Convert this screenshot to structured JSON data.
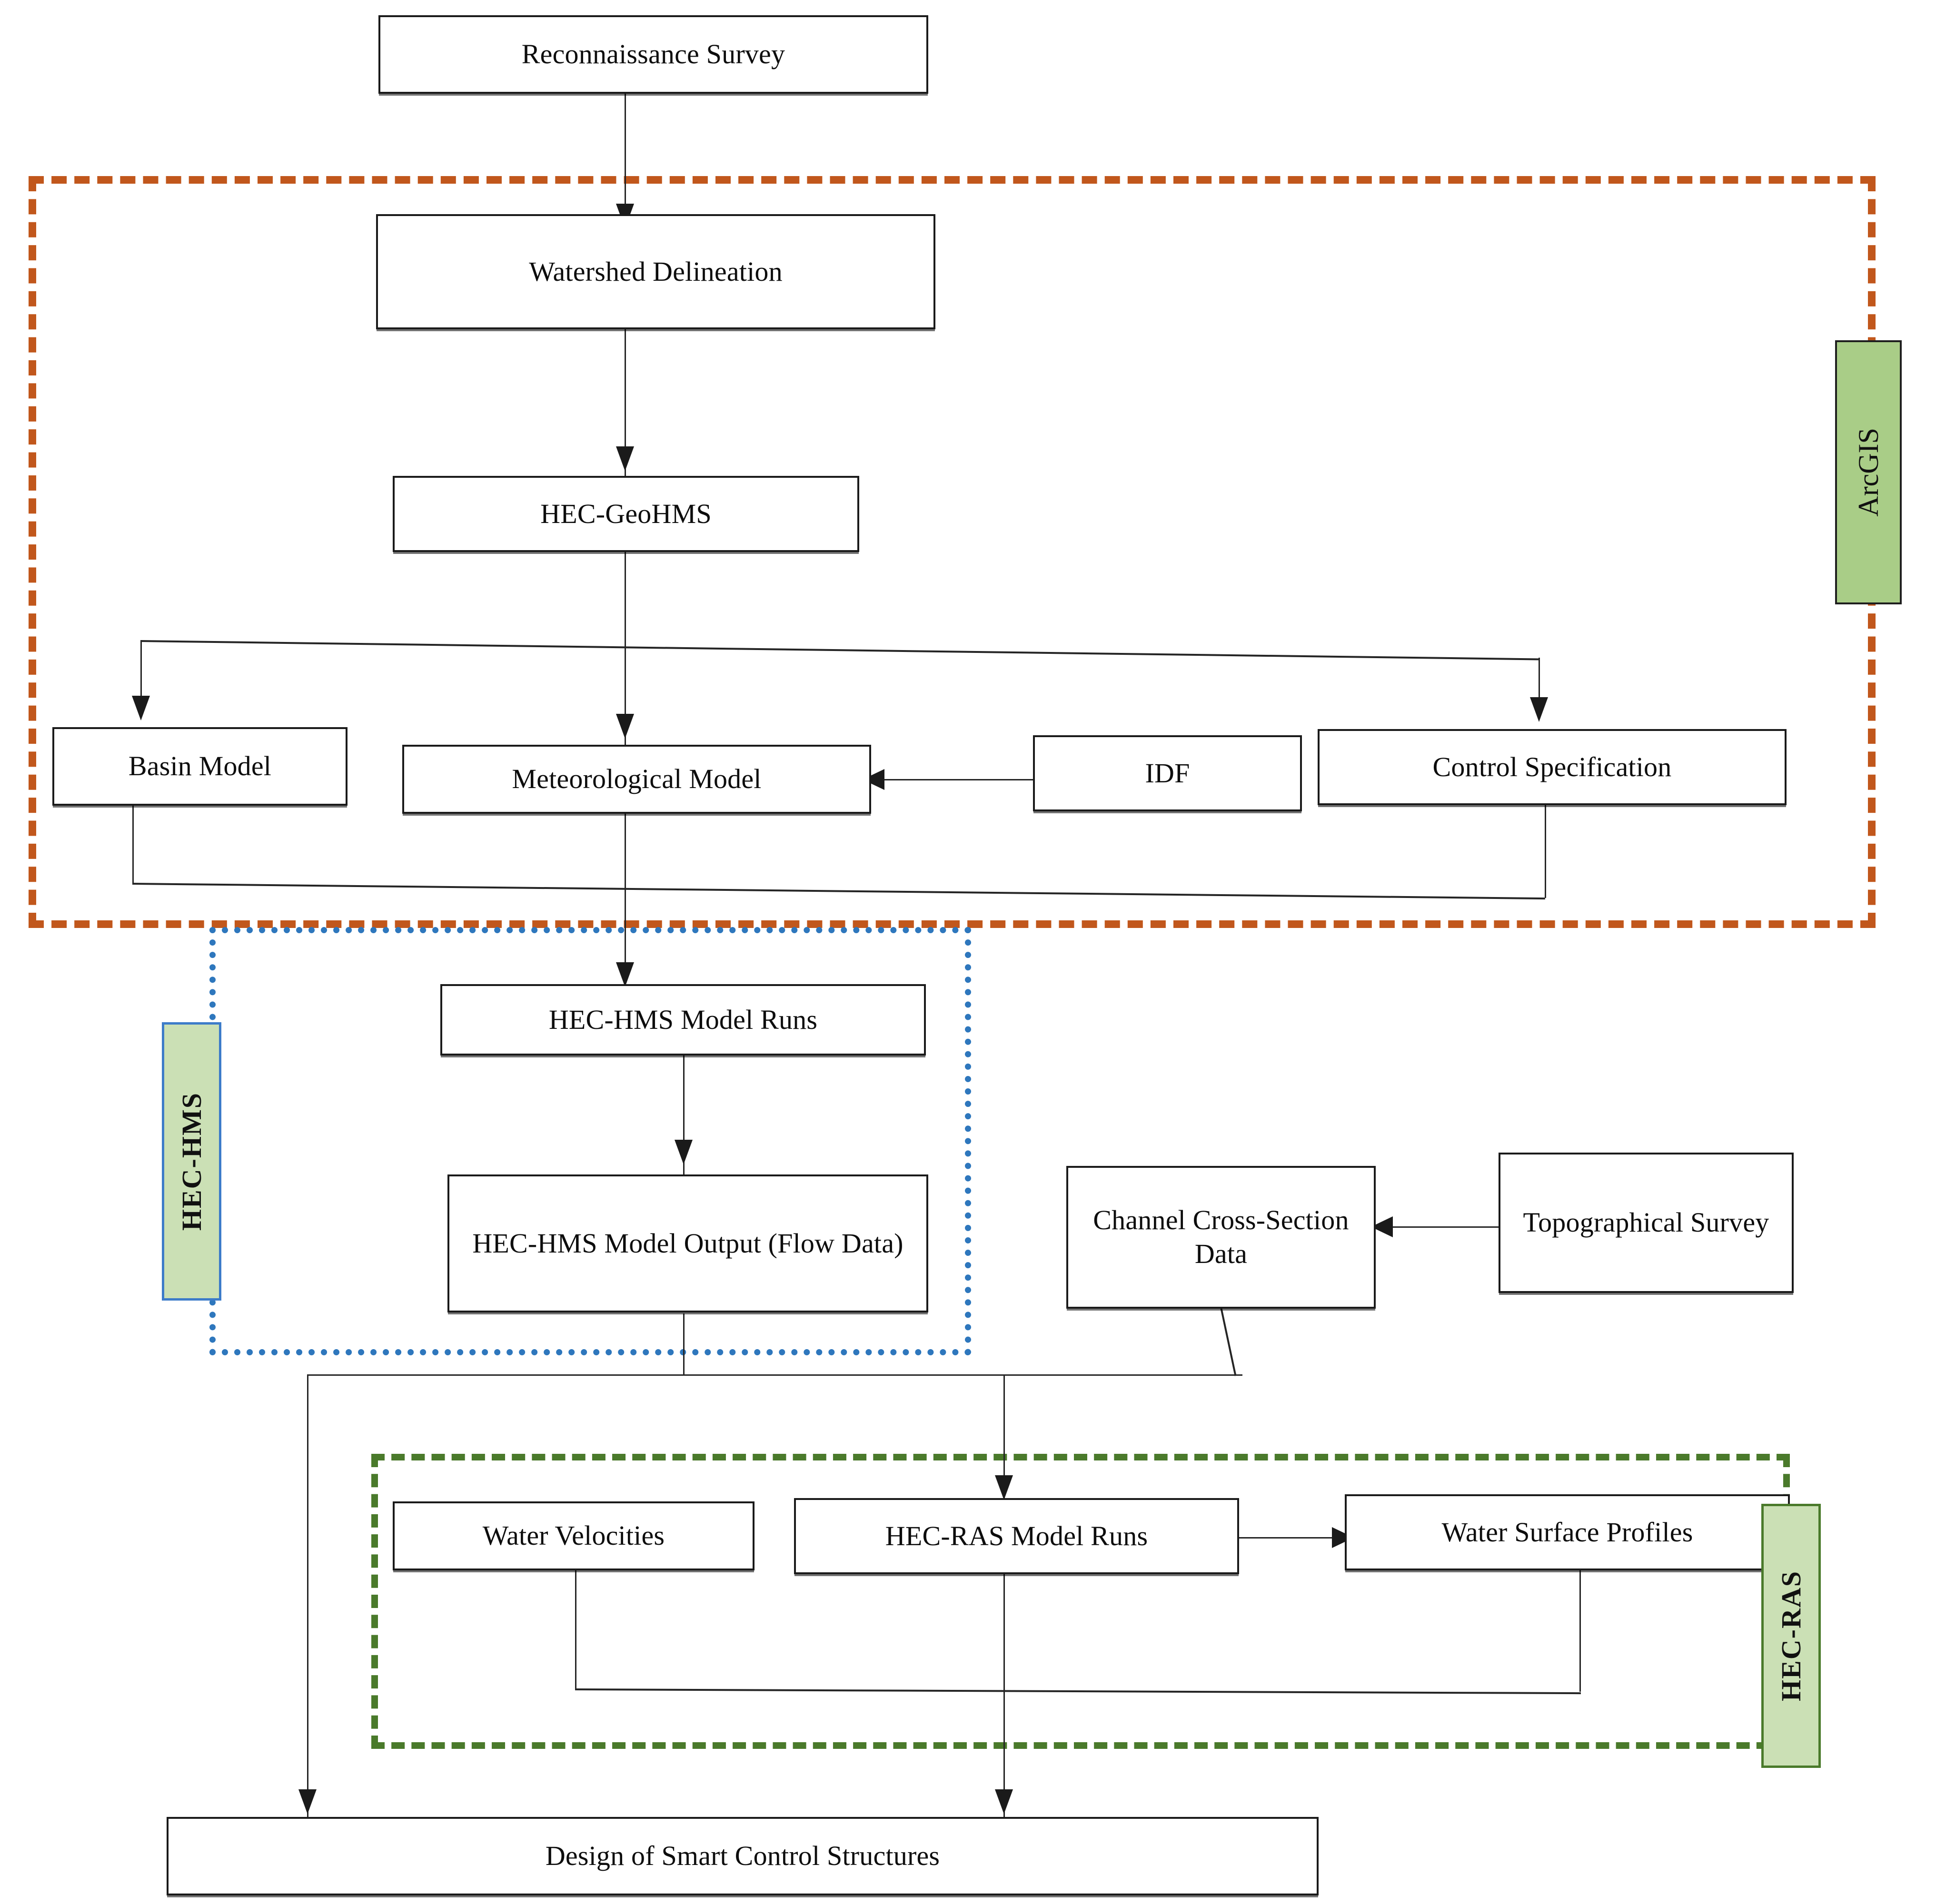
{
  "diagram": {
    "title": "Hydrologic and Hydraulic Modeling Workflow",
    "colors": {
      "arcgis_boundary": "#c1571c",
      "hechms_boundary": "#2e77bd",
      "hecras_boundary": "#4a7a2b",
      "arcgis_tag_fill": "#a9cd87",
      "hechms_tag_fill": "#cbe0b5",
      "hecras_tag_fill": "#cbe0b5",
      "node_border": "#1a1a1a",
      "node_fill": "#ffffff",
      "connector": "#252525"
    }
  },
  "nodes": {
    "reconnaissance_survey": "Reconnaissance Survey",
    "watershed_delineation": "Watershed Delineation",
    "hec_geohms": "HEC-GeoHMS",
    "basin_model": "Basin Model",
    "meteorological_model": "Meteorological Model",
    "idf": "IDF",
    "control_specification": "Control Specification",
    "hechms_model_runs": "HEC-HMS Model Runs",
    "hechms_model_output": "HEC-HMS Model Output (Flow Data)",
    "channel_cross_section_data": "Channel Cross-Section Data",
    "topographical_survey": "Topographical Survey",
    "water_velocities": "Water Velocities",
    "hecras_model_runs": "HEC-RAS Model Runs",
    "water_surface_profiles": "Water Surface Profiles",
    "design_of_smart_control_structures": "Design of Smart Control Structures"
  },
  "group_labels": {
    "arcgis": "ArcGIS",
    "hechms": "HEC-HMS",
    "hecras": "HEC-RAS"
  },
  "flow_edges": [
    {
      "from": "Reconnaissance Survey",
      "to": "Watershed Delineation"
    },
    {
      "from": "Watershed Delineation",
      "to": "HEC-GeoHMS"
    },
    {
      "from": "HEC-GeoHMS",
      "to": "Basin Model"
    },
    {
      "from": "HEC-GeoHMS",
      "to": "Meteorological Model"
    },
    {
      "from": "HEC-GeoHMS",
      "to": "Control Specification"
    },
    {
      "from": "IDF",
      "to": "Meteorological Model"
    },
    {
      "from": "Basin Model",
      "to": "HEC-HMS Model Runs"
    },
    {
      "from": "Meteorological Model",
      "to": "HEC-HMS Model Runs"
    },
    {
      "from": "Control Specification",
      "to": "HEC-HMS Model Runs"
    },
    {
      "from": "HEC-HMS Model Runs",
      "to": "HEC-HMS Model Output (Flow Data)"
    },
    {
      "from": "Topographical Survey",
      "to": "Channel Cross-Section Data"
    },
    {
      "from": "HEC-HMS Model Output (Flow Data)",
      "to": "HEC-RAS Model Runs"
    },
    {
      "from": "Channel Cross-Section Data",
      "to": "HEC-RAS Model Runs"
    },
    {
      "from": "HEC-HMS Model Output (Flow Data)",
      "to": "Design of Smart Control Structures"
    },
    {
      "from": "HEC-RAS Model Runs",
      "to": "Water Surface Profiles"
    },
    {
      "from": "Water Surface Profiles",
      "to": "Water Velocities"
    },
    {
      "from": "Water Velocities",
      "to": "Design of Smart Control Structures"
    }
  ]
}
